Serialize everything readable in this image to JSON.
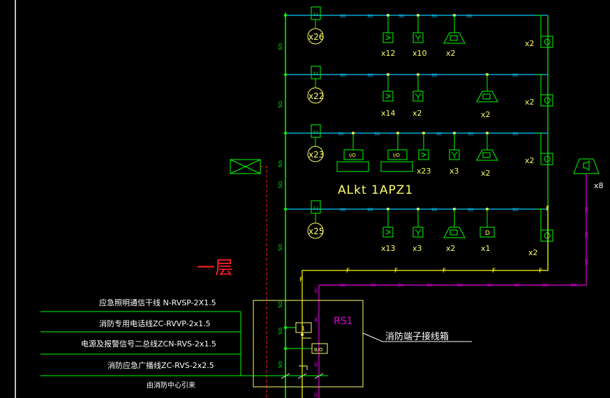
{
  "colors": {
    "bg": "#000000",
    "bus_cyan": "#00c8ff",
    "device_green": "#00ff00",
    "device_yellow": "#ffff66",
    "power_yellow": "#ffff00",
    "broadcast_magenta": "#e000e0",
    "red": "#ff2020",
    "white": "#ffffff"
  },
  "floors": [
    {
      "circle": "x26",
      "devices": [
        {
          "icon": "smoke-detector",
          "count": "x12"
        },
        {
          "icon": "heat-detector",
          "count": "x10"
        },
        {
          "icon": "alarm-bell",
          "count": "x2"
        }
      ],
      "right_count": "x2"
    },
    {
      "circle": "x22",
      "devices": [
        {
          "icon": "smoke-detector",
          "count": "x14"
        },
        {
          "icon": "heat-detector",
          "count": "x2"
        },
        {
          "icon": "alarm-bell",
          "count": "x2"
        }
      ],
      "right_count": "x2"
    },
    {
      "circle": "x23",
      "devices": [
        {
          "icon": "io-module",
          "count": ""
        },
        {
          "icon": "io-module",
          "count": ""
        },
        {
          "icon": "smoke-detector",
          "count": "x23"
        },
        {
          "icon": "heat-detector",
          "count": "x3"
        },
        {
          "icon": "alarm-bell",
          "count": "x2"
        }
      ],
      "right_count": "x2"
    },
    {
      "circle": "x25",
      "devices": [
        {
          "icon": "smoke-detector",
          "count": "x13"
        },
        {
          "icon": "heat-detector",
          "count": "x3"
        },
        {
          "icon": "alarm-bell",
          "count": "x2"
        },
        {
          "icon": "d-module",
          "count": "x1"
        }
      ],
      "right_count": "x2"
    }
  ],
  "labels": {
    "panel_label": "ALkt 1APZ1",
    "floor_label": "一层",
    "box_label": "RS1",
    "box_name": "消防端子接线箱",
    "speaker_count": "x8",
    "module_s1": "S1",
    "module_io": "I/O",
    "module_d": "D",
    "module_1": "1",
    "module_bo": "B/O",
    "bus_tag": "SO",
    "riser_tag": "SO",
    "power_tag": "F",
    "broadcast_tag": "BC"
  },
  "cables": [
    "应急照明通信干线 N-RVSP-2X1.5",
    "消防专用电话线ZC-RVVP-2x1.5",
    "电源及报警信号二总线ZCN-RVS-2x1.5",
    "消防应急广播线ZC-RVS-2x2.5",
    "由消防中心引来"
  ]
}
